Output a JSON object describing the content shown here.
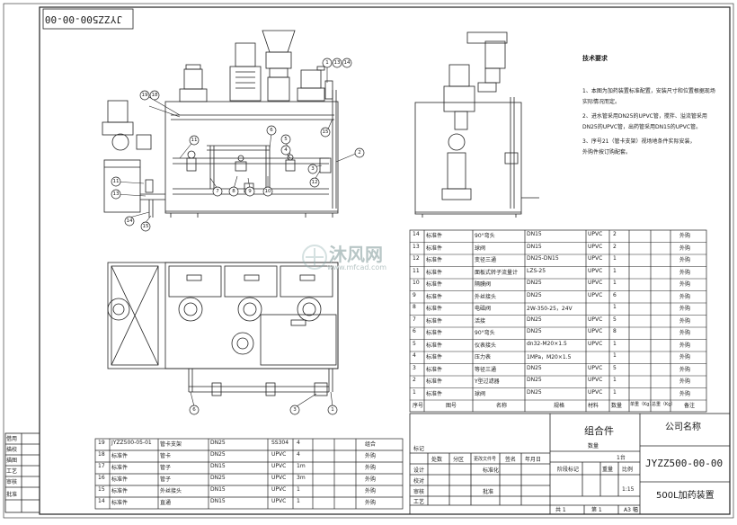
{
  "drawing_no": "JYZZ500-00-00",
  "title_block": {
    "assembly": "组合件",
    "company": "公司名称",
    "drawing_no": "JYZZ500-00-00",
    "product_name": "500L加药装置",
    "qty_label": "数量",
    "qty_value": "1台",
    "stage_label": "阶段标记",
    "weight_label": "重量",
    "scale_label": "比例",
    "scale_value": "1:15",
    "sheet_total": "共 1",
    "sheet_no": "第 1",
    "format": "A3 幅",
    "row_labels": [
      "标记",
      "设计",
      "校对",
      "审核",
      "工艺",
      "标准化",
      "批准"
    ],
    "col_labels": [
      "处数",
      "分区",
      "更改文件号",
      "签名",
      "年月日"
    ]
  },
  "left_sidebar_labels": [
    "借用",
    "描校",
    "描图",
    "工艺",
    "审核",
    "批准"
  ],
  "notes": {
    "heading": "技术要求",
    "lines": [
      "1、本图为加药装置标准配置，安装尺寸和位置根据现场",
      "实际情况而定。",
      "2、进水管采用DN25的UPVC管，搅拌、溢流管采用",
      "DN25的UPVC管，出药管采用DN15的UPVC管。",
      "3、序号21（管卡支架）视场地条件实际安装，",
      "外购件按订购配套。"
    ]
  },
  "bom_header": [
    "序号",
    "图号",
    "名称",
    "规格",
    "材料",
    "数量",
    "单重（Kg）",
    "总重（Kg）",
    "备注"
  ],
  "bom": [
    [
      "14",
      "标准件",
      "90°弯头",
      "DN15",
      "UPVC",
      "2",
      "外购"
    ],
    [
      "13",
      "标准件",
      "球阀",
      "DN15",
      "UPVC",
      "2",
      "外购"
    ],
    [
      "12",
      "标准件",
      "变径三通",
      "DN25-DN15",
      "UPVC",
      "1",
      "外购"
    ],
    [
      "11",
      "标准件",
      "面板式转子流量计",
      "LZS-25",
      "UPVC",
      "1",
      "外购"
    ],
    [
      "10",
      "标准件",
      "隔膜阀",
      "DN25",
      "UPVC",
      "1",
      "外购"
    ],
    [
      "9",
      "标准件",
      "外丝接头",
      "DN25",
      "UPVC",
      "6",
      "外购"
    ],
    [
      "8",
      "标准件",
      "电磁阀",
      "2W-350-25，24V",
      "",
      "1",
      "外购"
    ],
    [
      "7",
      "标准件",
      "活接",
      "DN25",
      "UPVC",
      "5",
      "外购"
    ],
    [
      "6",
      "标准件",
      "90°弯头",
      "DN25",
      "UPVC",
      "8",
      "外购"
    ],
    [
      "5",
      "标准件",
      "仪表接头",
      "dn32-M20×1.5",
      "UPVC",
      "1",
      "外购"
    ],
    [
      "4",
      "标准件",
      "压力表",
      "1MPa，M20×1.5",
      "",
      "1",
      "外购"
    ],
    [
      "3",
      "标准件",
      "等径三通",
      "DN25",
      "UPVC",
      "5",
      "外购"
    ],
    [
      "2",
      "标准件",
      "Y型过滤器",
      "DN25",
      "UPVC",
      "1",
      "外购"
    ],
    [
      "1",
      "标准件",
      "球阀",
      "DN25",
      "UPVC",
      "1",
      "外购"
    ]
  ],
  "bom_lower": [
    [
      "19",
      "JYZZ500-05-01",
      "管卡支架",
      "DN25",
      "SS304",
      "4",
      "组合"
    ],
    [
      "18",
      "标准件",
      "管卡",
      "DN25",
      "UPVC",
      "4",
      "外购"
    ],
    [
      "17",
      "标准件",
      "管子",
      "DN15",
      "UPVC",
      "1m",
      "外购"
    ],
    [
      "16",
      "标准件",
      "管子",
      "DN25",
      "UPVC",
      "3m",
      "外购"
    ],
    [
      "15",
      "标准件",
      "外丝接头",
      "DN15",
      "UPVC",
      "1",
      "外购"
    ],
    [
      "14",
      "标准件",
      "直通",
      "DN15",
      "UPVC",
      "1",
      "外购"
    ]
  ],
  "balloons_front": [
    "19",
    "18",
    "11",
    "6",
    "5",
    "4",
    "2",
    "1",
    "13",
    "14",
    "15",
    "12",
    "10",
    "9",
    "8",
    "7",
    "3"
  ],
  "balloons_left": [
    "11",
    "13",
    "14",
    "15"
  ],
  "balloons_plan": [
    "6",
    "3",
    "1"
  ],
  "watermark": {
    "cn": "沐风网",
    "url": "www.mfcad.com"
  }
}
